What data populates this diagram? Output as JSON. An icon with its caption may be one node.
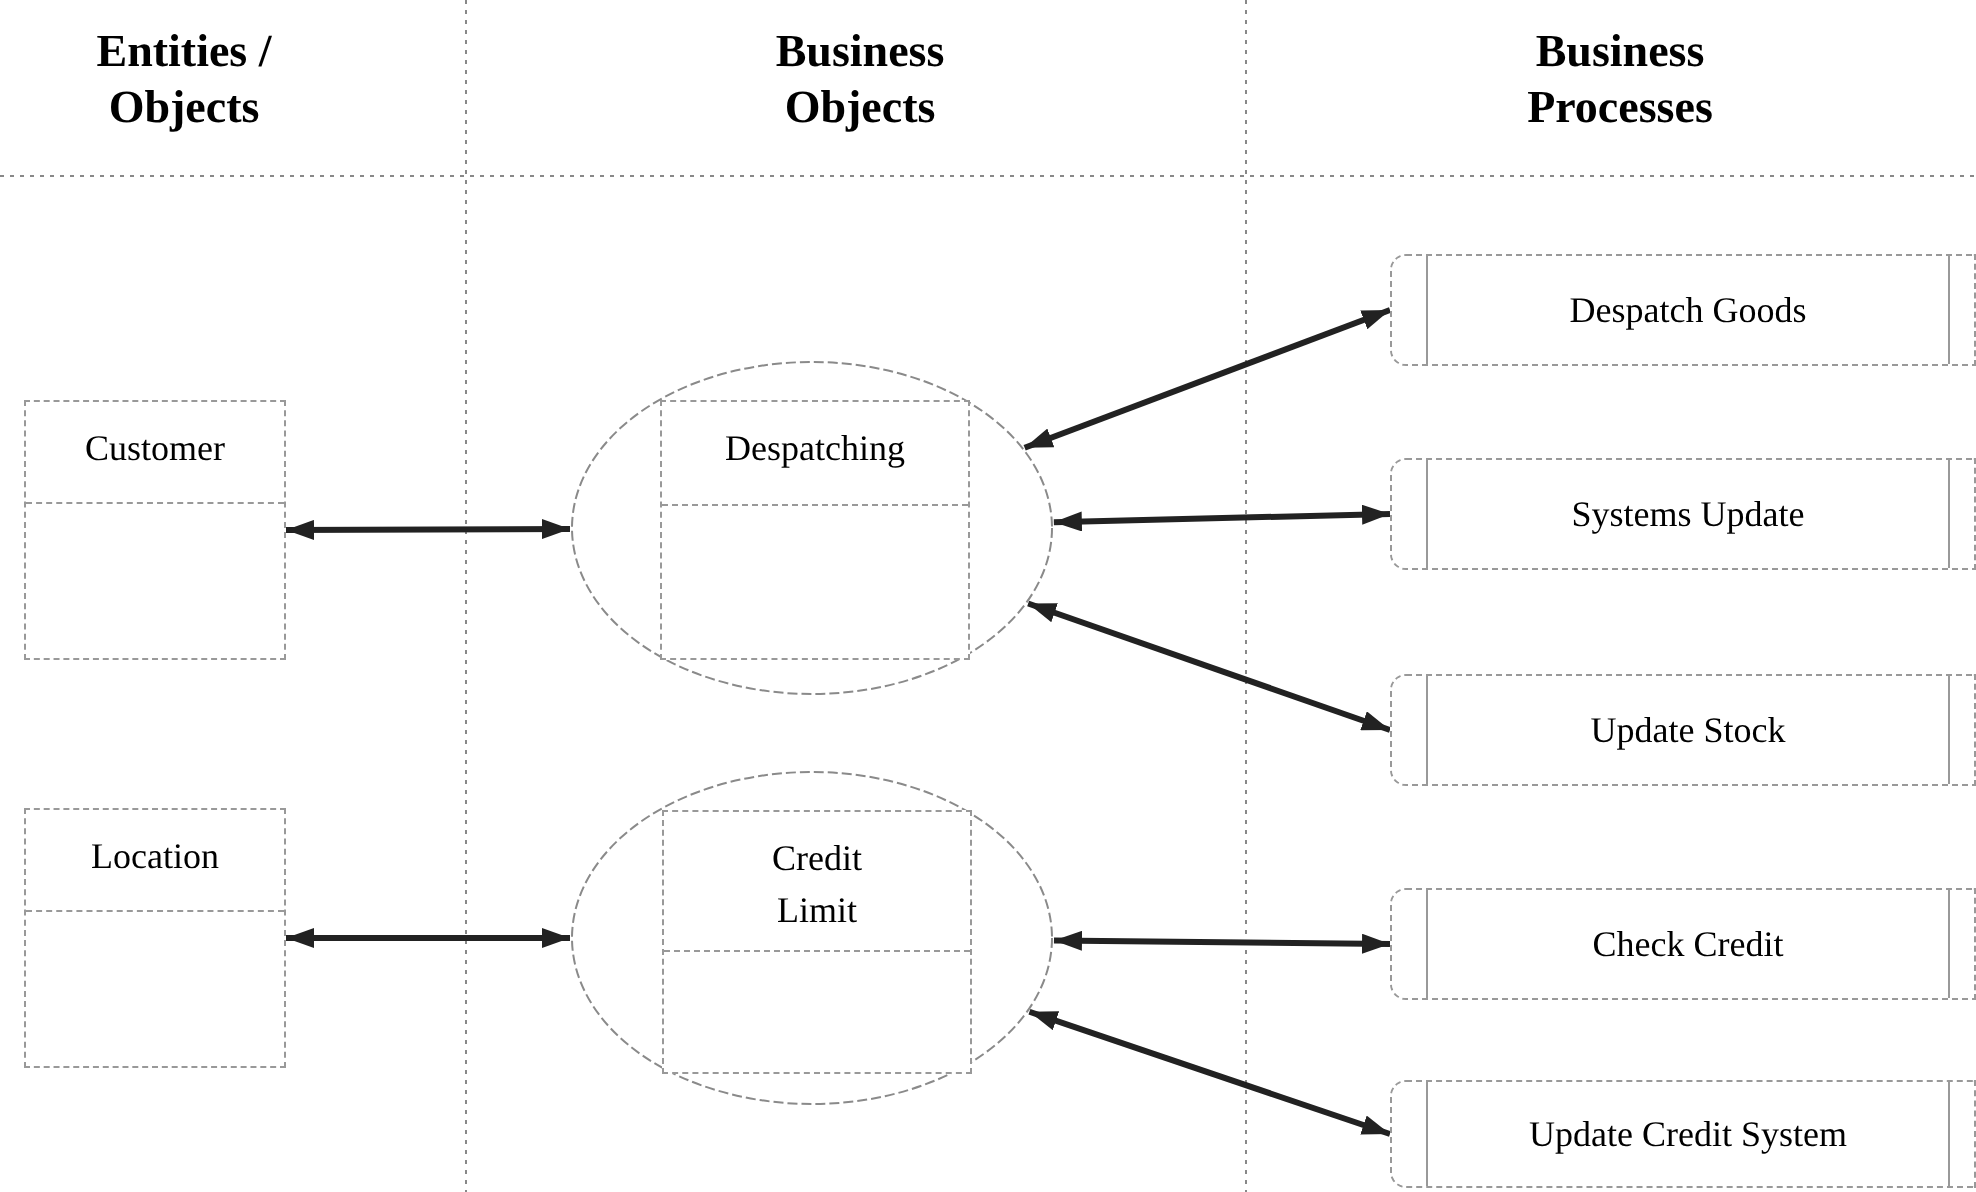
{
  "diagram": {
    "nodes": [
      {
        "text": [
          "Customer"
        ]
      },
      {
        "text": [
          "Location"
        ]
      },
      {
        "text": [],
        "shape": "ellipse"
      },
      {
        "text": [
          "Despatching"
        ],
        "in": 2
      },
      {
        "text": [],
        "shape": "ellipse"
      },
      {
        "text": [
          "Credit Limit"
        ],
        "in": 4
      },
      {
        "text": [
          "Despatch Goods"
        ]
      },
      {
        "text": [
          "Systems Update"
        ]
      },
      {
        "text": [
          "Update Stock"
        ]
      },
      {
        "text": [
          "Check Credit"
        ]
      },
      {
        "text": [
          "Update Credit System"
        ]
      }
    ],
    "edges": [
      {
        "from": 0,
        "to": 2,
        "arrow": "both"
      },
      {
        "from": 2,
        "to": 6,
        "arrow": "both"
      },
      {
        "from": 2,
        "to": 7,
        "arrow": "both"
      },
      {
        "from": 2,
        "to": 8,
        "arrow": "both"
      },
      {
        "from": 1,
        "to": 4,
        "arrow": "both"
      },
      {
        "from": 4,
        "to": 9,
        "arrow": "both"
      },
      {
        "from": 4,
        "to": 10,
        "arrow": "both"
      }
    ],
    "labels": [
      "Entities / Objects",
      "Business Objects",
      "Business Processes"
    ]
  }
}
